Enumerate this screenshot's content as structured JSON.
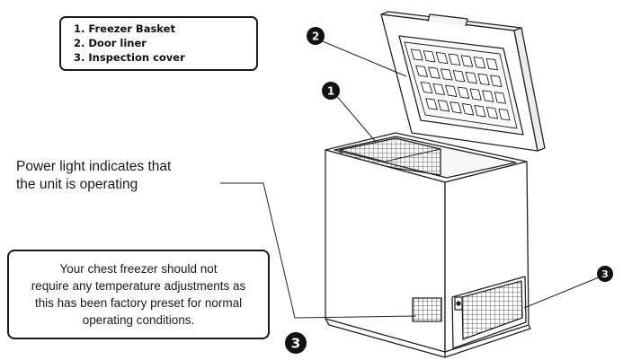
{
  "legend": {
    "items": [
      {
        "label": "1. Freezer Basket"
      },
      {
        "label": "2. Door liner"
      },
      {
        "label": "3. Inspection cover"
      }
    ]
  },
  "callouts": {
    "one": "1",
    "two": "2",
    "three_left": "3",
    "three_right": "3"
  },
  "power_note": {
    "line1": "Power light indicates that",
    "line2": "the unit is operating"
  },
  "temperature_note": {
    "line1": "Your chest freezer should not",
    "line2": "require any temperature adjustments as",
    "line3": "this has been factory preset for normal",
    "line4": "operating conditions."
  }
}
